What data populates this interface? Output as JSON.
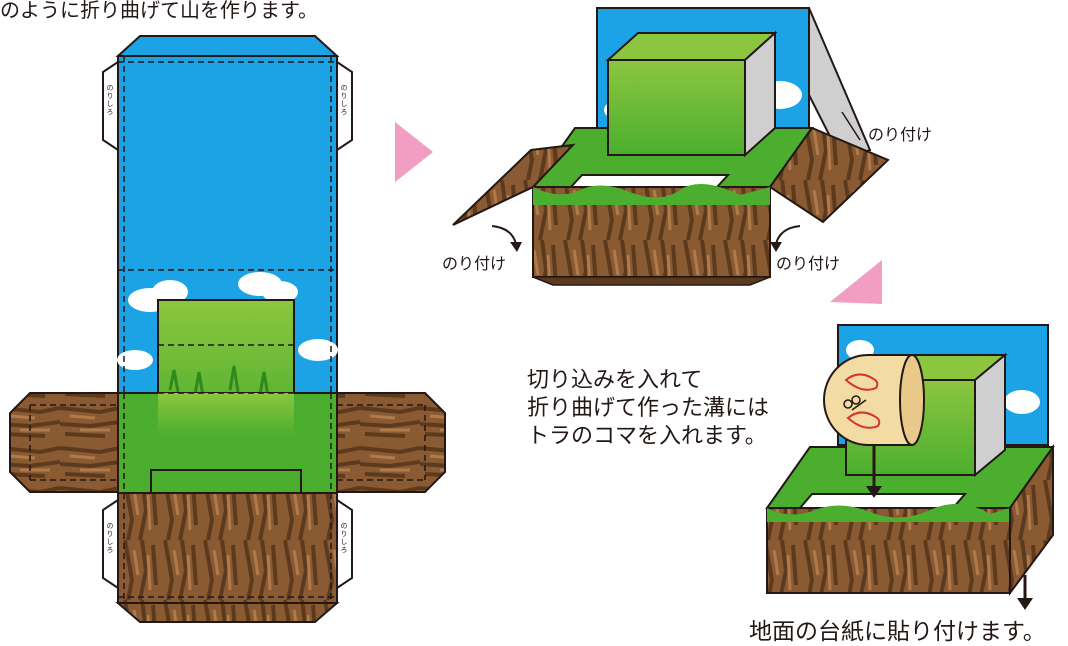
{
  "top_instruction": "のように折り曲げて山を作ります。",
  "glue_labels": {
    "right_tab": "のり付け",
    "left_front": "のり付け",
    "right_front": "のり付け"
  },
  "tab_text": "のりしろ",
  "main_note": "切り込みを入れて\n折り曲げて作った溝には\nトラのコマを入れます。",
  "bottom_note": "地面の台紙に貼り付けます。",
  "colors": {
    "sky": "#1ba3e6",
    "grass": "#4cae2e",
    "grass_light": "#8cc63f",
    "dirt": "#8a5a32",
    "dirt_dark": "#5c3a1e",
    "arrow_pink": "#f19ec2",
    "outline": "#231815",
    "cube_side": "#cfcfcf"
  },
  "icons": [
    "tiger-piece-icon"
  ]
}
